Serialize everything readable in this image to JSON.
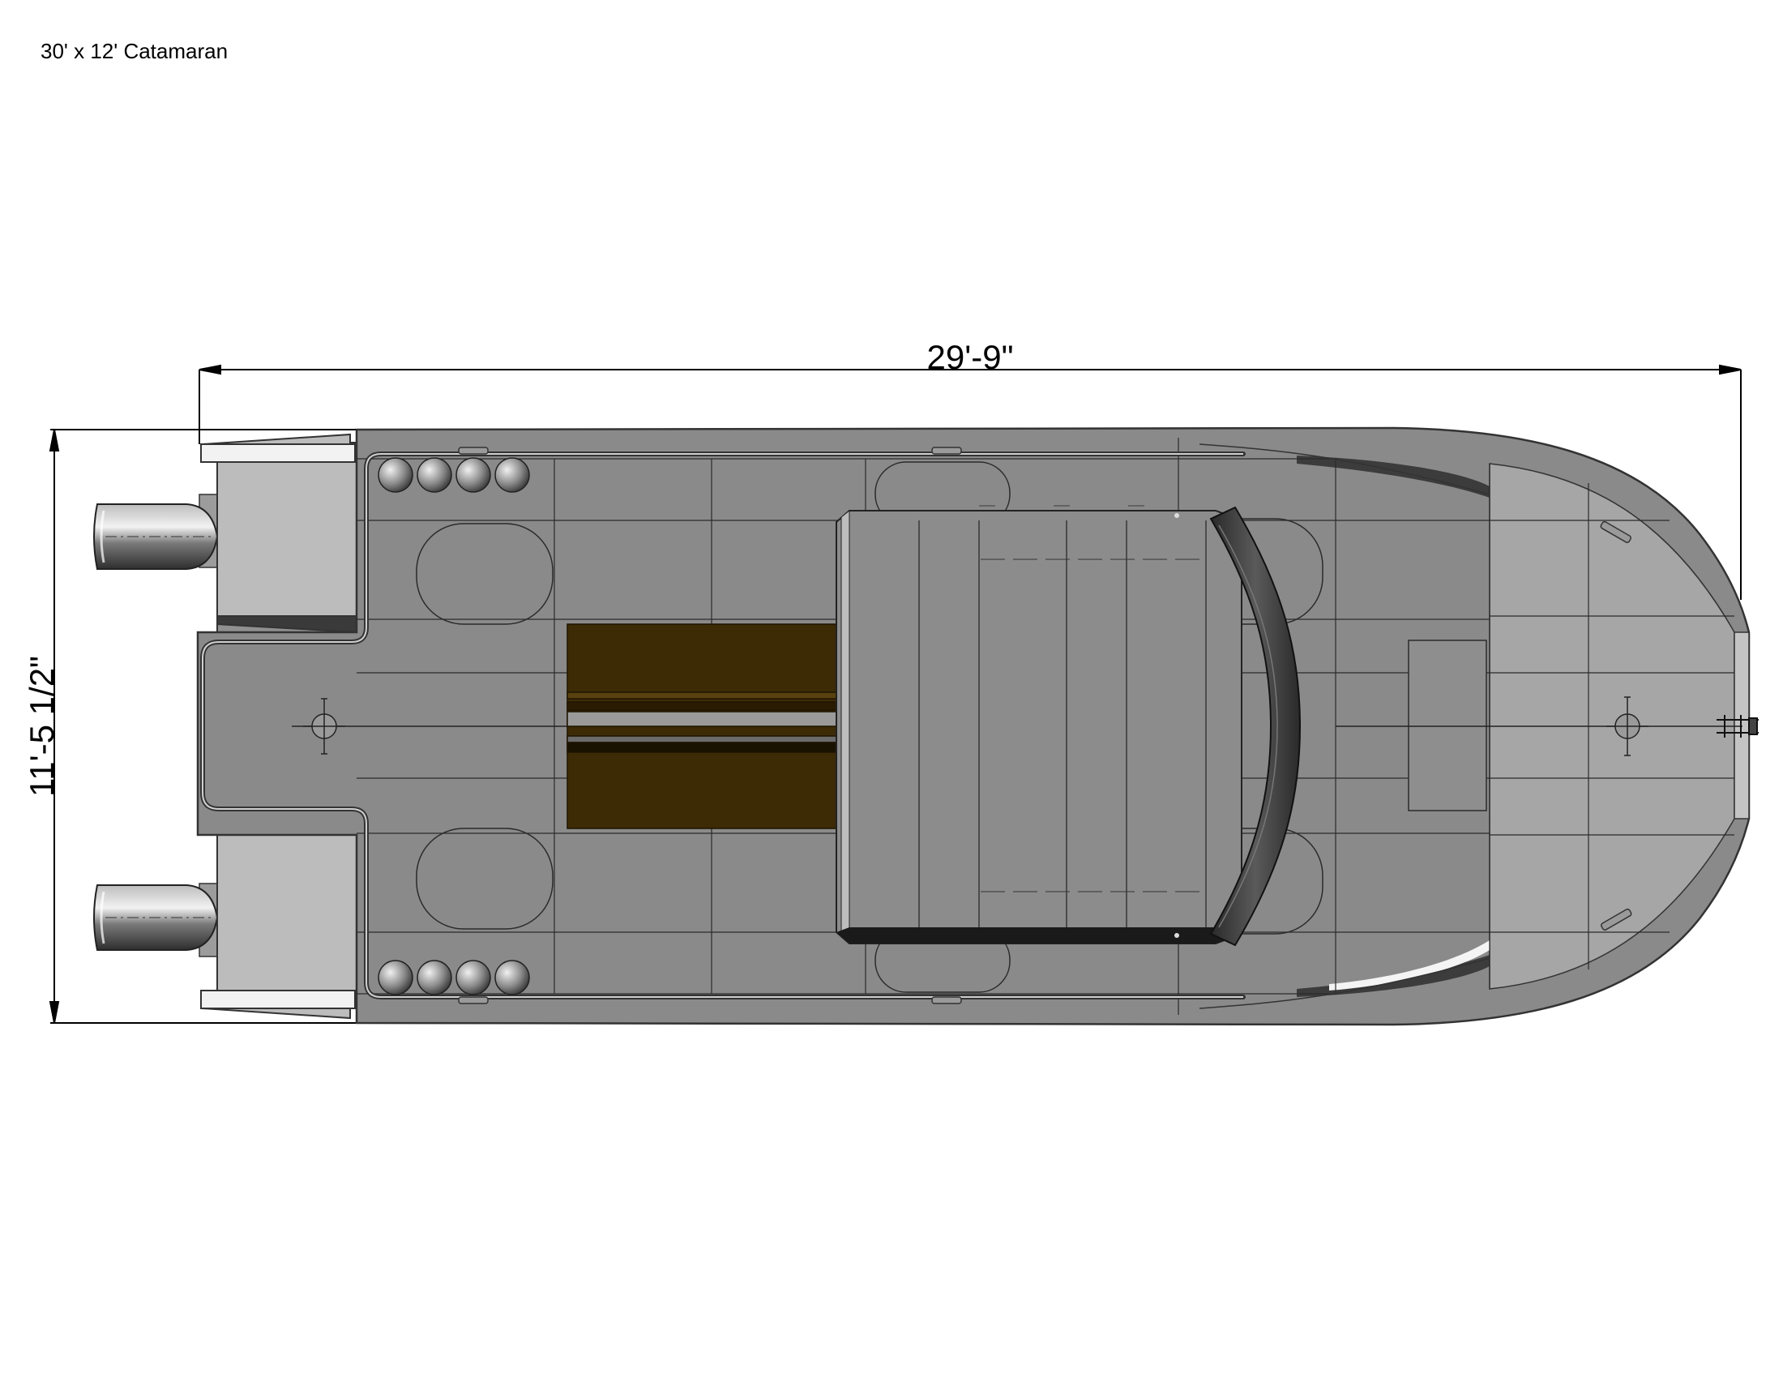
{
  "title": "30' x 12' Catamaran",
  "dimensions": {
    "length": "29'-9\"",
    "beam": "11'-5 1/2\""
  },
  "colors": {
    "deck": "#858585",
    "deck_light": "#a8a8a8",
    "hull_outline": "#4a4a4a",
    "hatch_wood": "#3d2b06",
    "hardtop": "#8c8c8c",
    "windshield": "#3a3a3a",
    "engine": "#6f6f6f"
  }
}
